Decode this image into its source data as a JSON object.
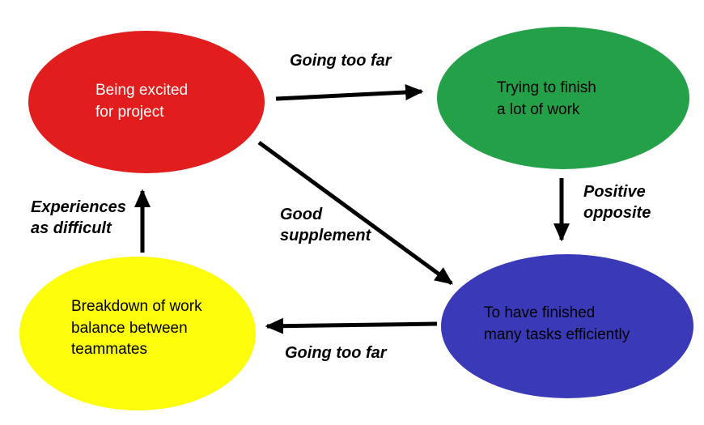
{
  "diagram": {
    "nodes": {
      "excited": {
        "text": "Being excited\nfor project"
      },
      "trying": {
        "text": "Trying to finish\na lot of work"
      },
      "finished": {
        "text": "To have finished\nmany tasks efficiently"
      },
      "breakdown": {
        "text": "Breakdown of work\nbalance between\nteammates"
      }
    },
    "edge_labels": {
      "top": "Going too far",
      "right": "Positive\nopposite",
      "middle": "Good\nsupplement",
      "bottom": "Going too far",
      "left": "Experiences\nas difficult"
    },
    "colors": {
      "excited": "#e11d1d",
      "trying": "#24a148",
      "finished": "#3a39b8",
      "breakdown": "#fdfd0b",
      "arrow": "#000000"
    }
  }
}
